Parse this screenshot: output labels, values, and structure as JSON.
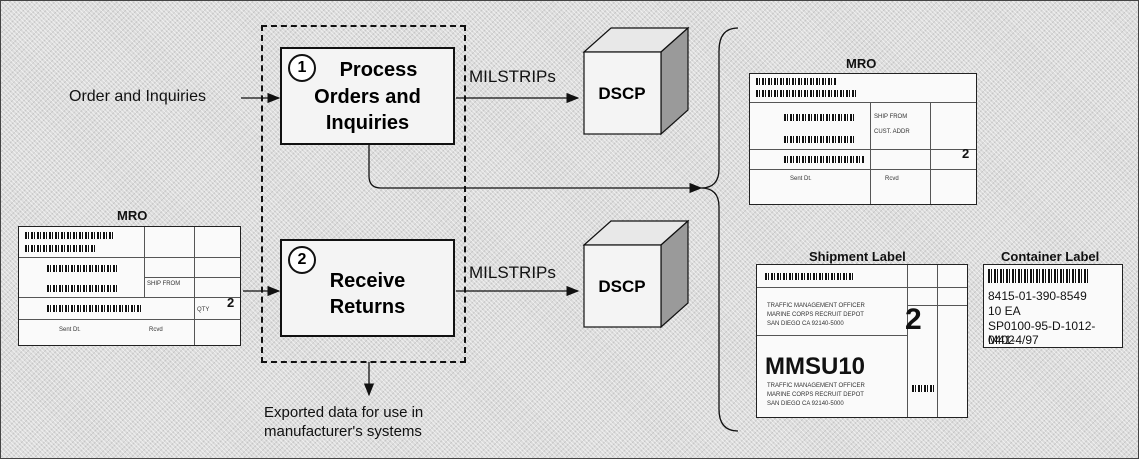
{
  "process_1": {
    "number": "1",
    "line1": "Process",
    "line2": "Orders and",
    "line3": "Inquiries"
  },
  "process_2": {
    "number": "2",
    "line1": "Receive",
    "line2": "Returns"
  },
  "input_label": "Order and Inquiries",
  "milstrips_1": "MILSTRIPs",
  "milstrips_2": "MILSTRIPs",
  "dscp_1": "DSCP",
  "dscp_2": "DSCP",
  "export_line1": "Exported data for use in",
  "export_line2": "manufacturer's systems",
  "mro_left_title": "MRO",
  "mro_right_title": "MRO",
  "shipment_label_title": "Shipment Label",
  "shipment_label_code": "MMSU10",
  "shipment_label_digit": "2",
  "mro_digit": "2",
  "container_label_title": "Container Label",
  "container_label_lines": [
    "8415-01-390-8549",
    "10 EA",
    "SP0100-95-D-1012-0402",
    "M41-4/97"
  ]
}
